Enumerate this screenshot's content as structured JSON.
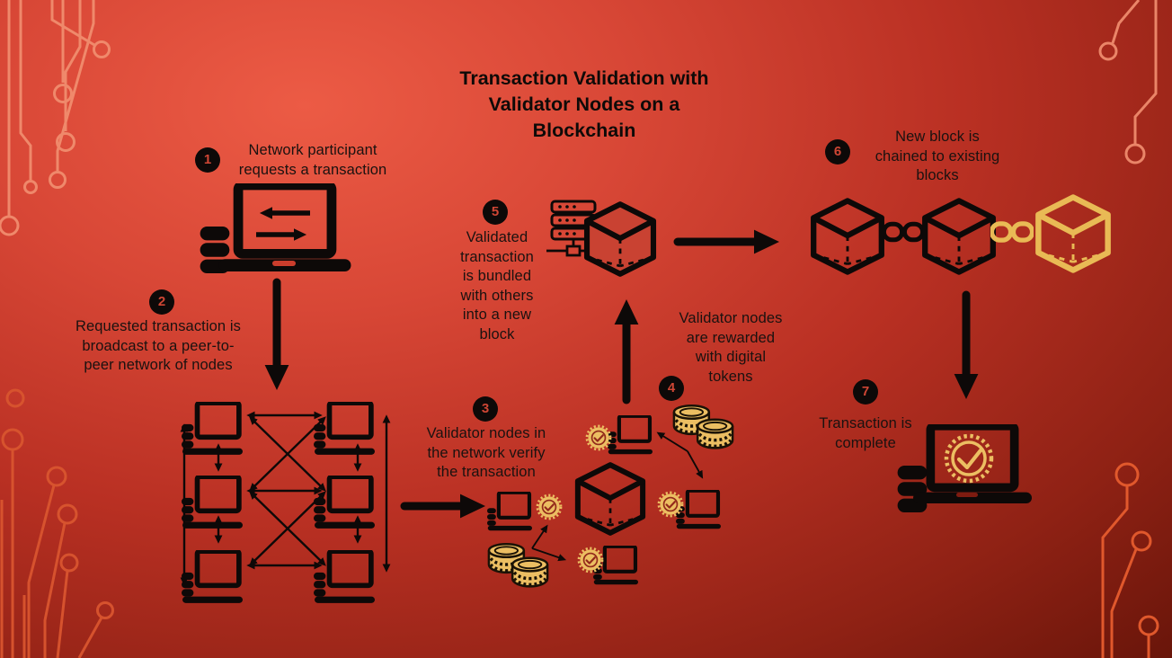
{
  "title": "Transaction Validation with\nValidator Nodes on a\nBlockchain",
  "steps": [
    {
      "number": "1",
      "text": "Network participant\nrequests a transaction"
    },
    {
      "number": "2",
      "text": "Requested transaction is\nbroadcast to a peer-to-\npeer network of nodes"
    },
    {
      "number": "3",
      "text": "Validator nodes in\nthe network verify\nthe transaction"
    },
    {
      "number": "4",
      "text": "Validator nodes\nare rewarded\nwith digital\ntokens"
    },
    {
      "number": "5",
      "text": "Validated\ntransaction\nis bundled\nwith others\ninto a new\nblock"
    },
    {
      "number": "6",
      "text": "New block is\nchained to existing\nblocks"
    },
    {
      "number": "7",
      "text": "Transaction is\ncomplete"
    }
  ],
  "icons": {
    "step1": "laptop-transfer-icon",
    "step2": "p2p-network-icon",
    "step3": "validator-cube-badges-icon",
    "step4": "digital-token-coins-icon",
    "step5": "server-new-block-icon",
    "step6": "chained-blocks-icon",
    "step7": "laptop-verified-badge-icon"
  },
  "colors": {
    "background_top_left": "#ec5b45",
    "background_bottom_right": "#470a04",
    "icon_black": "#0d0908",
    "gold": "#ecbe62",
    "gold_block": "#e9ba55",
    "badge_accent": "#93291b",
    "circuit_light": "#f29071",
    "circuit_dark_left": "#d9552f",
    "circuit_dark_right": "#e65c2e",
    "number_circle_bg": "#0d0908",
    "number_color": "#cf4634",
    "text_color": "#1a1210"
  }
}
